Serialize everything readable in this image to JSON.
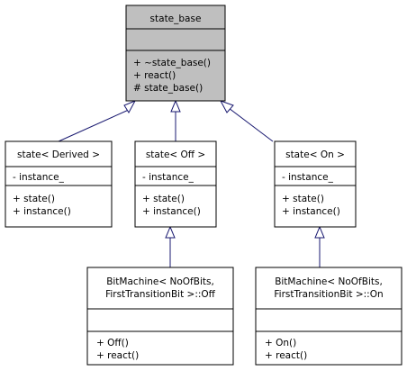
{
  "classes": {
    "base": {
      "name": "state_base",
      "attributes": [],
      "methods": [
        "+ ~state_base()",
        "+ react()",
        "# state_base()"
      ]
    },
    "derived": {
      "name": "state< Derived >",
      "attributes": [
        "- instance_"
      ],
      "methods": [
        "+ state()",
        "+ instance()"
      ]
    },
    "off": {
      "name": "state< Off >",
      "attributes": [
        "- instance_"
      ],
      "methods": [
        "+ state()",
        "+ instance()"
      ]
    },
    "on": {
      "name": "state< On >",
      "attributes": [
        "- instance_"
      ],
      "methods": [
        "+ state()",
        "+ instance()"
      ]
    },
    "bm_off": {
      "name_line1": "BitMachine< NoOfBits,",
      "name_line2": "FirstTransitionBit >::Off",
      "attributes": [],
      "methods": [
        "+ Off()",
        "+ react()"
      ]
    },
    "bm_on": {
      "name_line1": "BitMachine< NoOfBits,",
      "name_line2": "FirstTransitionBit >::On",
      "attributes": [],
      "methods": [
        "+ On()",
        "+ react()"
      ]
    }
  },
  "edges": [
    {
      "from": "derived",
      "to": "base",
      "kind": "inheritance"
    },
    {
      "from": "off",
      "to": "base",
      "kind": "inheritance"
    },
    {
      "from": "on",
      "to": "base",
      "kind": "inheritance"
    },
    {
      "from": "bm_off",
      "to": "off",
      "kind": "inheritance"
    },
    {
      "from": "bm_on",
      "to": "on",
      "kind": "inheritance"
    }
  ],
  "colors": {
    "base_fill": "#bfbfbf",
    "edge": "#191970"
  }
}
